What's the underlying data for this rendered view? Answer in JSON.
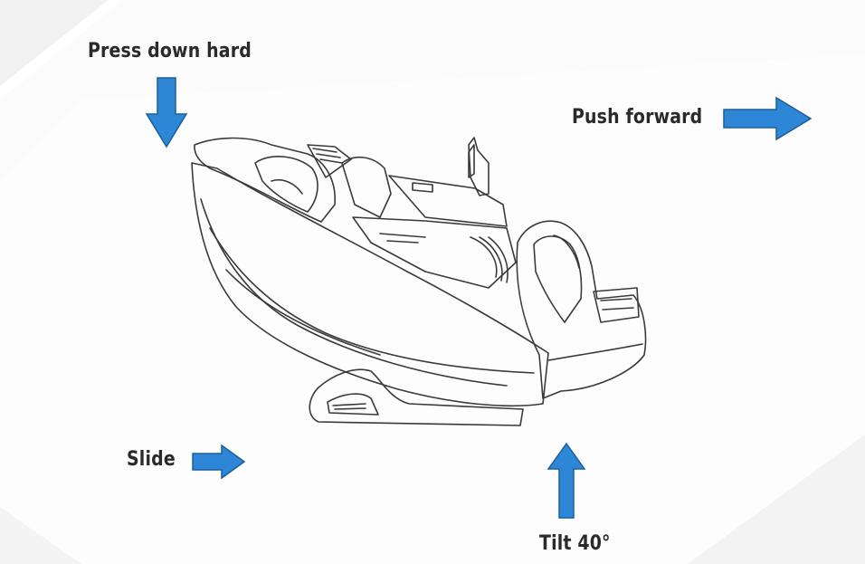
{
  "labels": {
    "press": "Press down hard",
    "push": "Push forward",
    "slide": "Slide",
    "tilt": "Tilt 40°"
  },
  "icons": {
    "press": "arrow-down-icon",
    "push": "arrow-right-icon",
    "slide": "arrow-right-icon",
    "tilt": "arrow-up-icon"
  },
  "colors": {
    "arrow_fill": "#2e86d6",
    "arrow_stroke": "#1d5f9c",
    "line": "#3a3a3a"
  }
}
